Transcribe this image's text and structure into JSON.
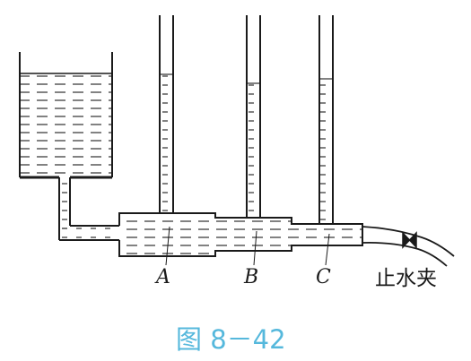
{
  "labels": {
    "point_a": "A",
    "point_b": "B",
    "point_c": "C",
    "clamp": "止水夹"
  },
  "caption": "图 8－42",
  "icons": {
    "clamp_symbol": "pinch-clamp-icon"
  },
  "colors": {
    "line": "#1a1a1a",
    "caption": "#55b8dc",
    "background": "#ffffff"
  }
}
